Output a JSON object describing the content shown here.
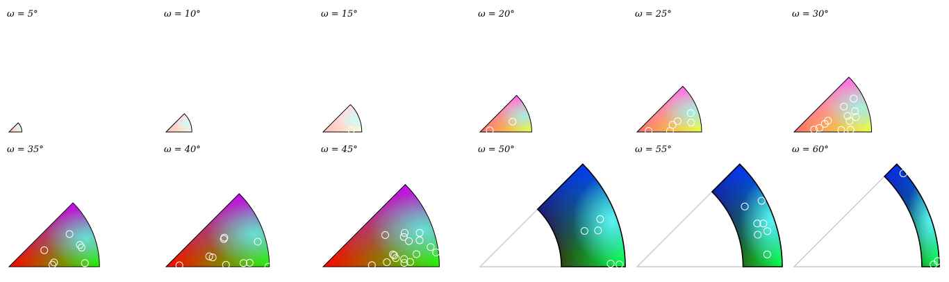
{
  "colors": {
    "background": "#ffffff",
    "outline": "#000000",
    "guide": "#cccccc",
    "marker": "#ffffff"
  },
  "panels": [
    {
      "label": "ω = 5°",
      "omega": 5,
      "theme": "pastel",
      "markers": []
    },
    {
      "label": "ω = 10°",
      "omega": 10,
      "theme": "pastel",
      "markers": []
    },
    {
      "label": "ω = 15°",
      "omega": 15,
      "theme": "pastel",
      "markers": [
        [
          0.73,
          0.08
        ]
      ]
    },
    {
      "label": "ω = 20°",
      "omega": 20,
      "theme": "light",
      "markers": [
        [
          0.19,
          0.2
        ],
        [
          0.66,
          0.39
        ]
      ]
    },
    {
      "label": "ω = 25°",
      "omega": 25,
      "theme": "light",
      "markers": [
        [
          0.18,
          0.12
        ],
        [
          0.51,
          0.04
        ],
        [
          0.56,
          0.25
        ],
        [
          0.65,
          0.33
        ],
        [
          0.85,
          0.22
        ],
        [
          0.88,
          0.43
        ]
      ]
    },
    {
      "label": "ω = 30°",
      "omega": 30,
      "theme": "light",
      "markers": [
        [
          0.26,
          0.15
        ],
        [
          0.33,
          0.2
        ],
        [
          0.41,
          0.33
        ],
        [
          0.46,
          0.41
        ],
        [
          0.61,
          0.05
        ],
        [
          0.72,
          0.37
        ],
        [
          0.72,
          0.6
        ],
        [
          0.73,
          0.25
        ],
        [
          0.73,
          0.05
        ],
        [
          0.82,
          0.3
        ],
        [
          0.83,
          0.42
        ],
        [
          0.88,
          0.65
        ]
      ]
    },
    {
      "label": "ω = 35°",
      "omega": 35,
      "theme": "full",
      "markers": [
        [
          0.48,
          0.06
        ],
        [
          0.43,
          0.56
        ],
        [
          0.76,
          0.63
        ],
        [
          0.82,
          0.38
        ],
        [
          0.83,
          0.33
        ],
        [
          0.84,
          0.06
        ],
        [
          0.5,
          0.12
        ]
      ]
    },
    {
      "label": "ω = 40°",
      "omega": 40,
      "theme": "full",
      "markers": [
        [
          0.13,
          0.13
        ],
        [
          0.43,
          0.3
        ],
        [
          0.46,
          0.25
        ],
        [
          0.58,
          0.04
        ],
        [
          0.62,
          0.57
        ],
        [
          0.63,
          0.59
        ],
        [
          0.75,
          0.06
        ],
        [
          0.81,
          0.06
        ],
        [
          0.92,
          0.34
        ],
        [
          0.99,
          0.0
        ]
      ]
    },
    {
      "label": "ω = 45°",
      "omega": 45,
      "theme": "full",
      "markers": [
        [
          0.42,
          0.04
        ],
        [
          0.55,
          0.09
        ],
        [
          0.6,
          0.6
        ],
        [
          0.61,
          0.22
        ],
        [
          0.63,
          0.15
        ],
        [
          0.62,
          0.2
        ],
        [
          0.7,
          0.06
        ],
        [
          0.7,
          0.12
        ],
        [
          0.75,
          0.07
        ],
        [
          0.77,
          0.37
        ],
        [
          0.74,
          0.45
        ],
        [
          0.76,
          0.5
        ],
        [
          0.81,
          0.17
        ],
        [
          0.86,
          0.34
        ],
        [
          0.88,
          0.43
        ],
        [
          0.94,
          0.23
        ],
        [
          0.98,
          0.16
        ]
      ]
    }
  ],
  "panels_wide": [
    {
      "label": "ω = 50°",
      "omega": 50,
      "theme": "dark",
      "inner": 0.56,
      "markers": [
        [
          0.9,
          0.03
        ],
        [
          0.96,
          0.02
        ],
        [
          0.76,
          0.42
        ],
        [
          0.85,
          0.38
        ],
        [
          0.89,
          0.48
        ]
      ]
    },
    {
      "label": "ω = 55°",
      "omega": 55,
      "theme": "dark",
      "inner": 0.73,
      "markers": [
        [
          0.86,
          0.33
        ],
        [
          0.88,
          0.44
        ],
        [
          0.93,
          0.34
        ],
        [
          0.92,
          0.42
        ],
        [
          0.97,
          0.62
        ],
        [
          0.9,
          0.12
        ],
        [
          0.85,
          0.65
        ]
      ]
    },
    {
      "label": "ω = 60°",
      "omega": 60,
      "theme": "dark",
      "inner": 0.88,
      "markers": [
        [
          0.96,
          0.02
        ],
        [
          0.99,
          0.05
        ],
        [
          0.99,
          0.9
        ]
      ]
    }
  ]
}
